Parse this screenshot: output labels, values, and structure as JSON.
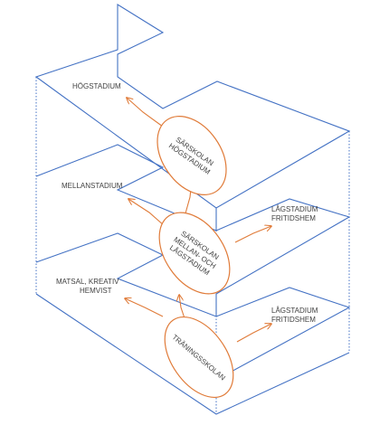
{
  "colors": {
    "plan_lines": "#4472c4",
    "school_units": "#e07b39",
    "text": "#3f3f3f"
  },
  "labels": {
    "hogstadium": "HÖGSTADIUM",
    "mellanstadium": "MELLANSTADIUM",
    "lagstadium_fritidshem_upper": [
      "LÅGSTADIUM",
      "FRITIDSHEM"
    ],
    "matsal_kreativ_hemvist": [
      "MATSAL, KREATIV",
      "HEMVIST"
    ],
    "lagstadium_fritidshem_lower": [
      "LÅGSTADIUM",
      "FRITIDSHEM"
    ]
  },
  "units": {
    "sarskolan_hogstadium": [
      "SÄRSKOLAN",
      "HÖGSTADIUM"
    ],
    "sarskolan_mellan_lag": [
      "SÄRSKOLAN",
      "MELLAN- OCH",
      "LÅGSTADIUM"
    ],
    "traningsskolan": [
      "TRÄNINGSSKOLAN"
    ]
  }
}
